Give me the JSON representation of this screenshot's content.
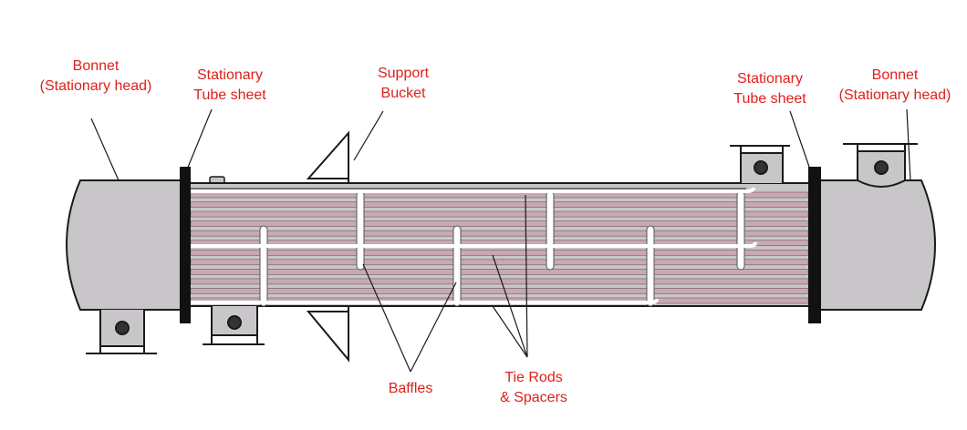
{
  "colors": {
    "label": "#e0201a",
    "shell_fill": "#c8c6c8",
    "tube_fill": "#c9a8b4",
    "outline": "#1a1a1a",
    "tubesheet": "#111111",
    "rod": "#ffffff"
  },
  "labels": {
    "bonnet_left": {
      "line1": "Bonnet",
      "line2": "(Stationary head)"
    },
    "tubesheet_left": {
      "line1": "Stationary",
      "line2": "Tube sheet"
    },
    "support_bucket": {
      "line1": "Support",
      "line2": "Bucket"
    },
    "tubesheet_right": {
      "line1": "Stationary",
      "line2": "Tube sheet"
    },
    "bonnet_right": {
      "line1": "Bonnet",
      "line2": "(Stationary head)"
    },
    "baffles": {
      "line1": "Baffles"
    },
    "tie_rods": {
      "line1": "Tie Rods",
      "line2": "& Spacers"
    }
  }
}
